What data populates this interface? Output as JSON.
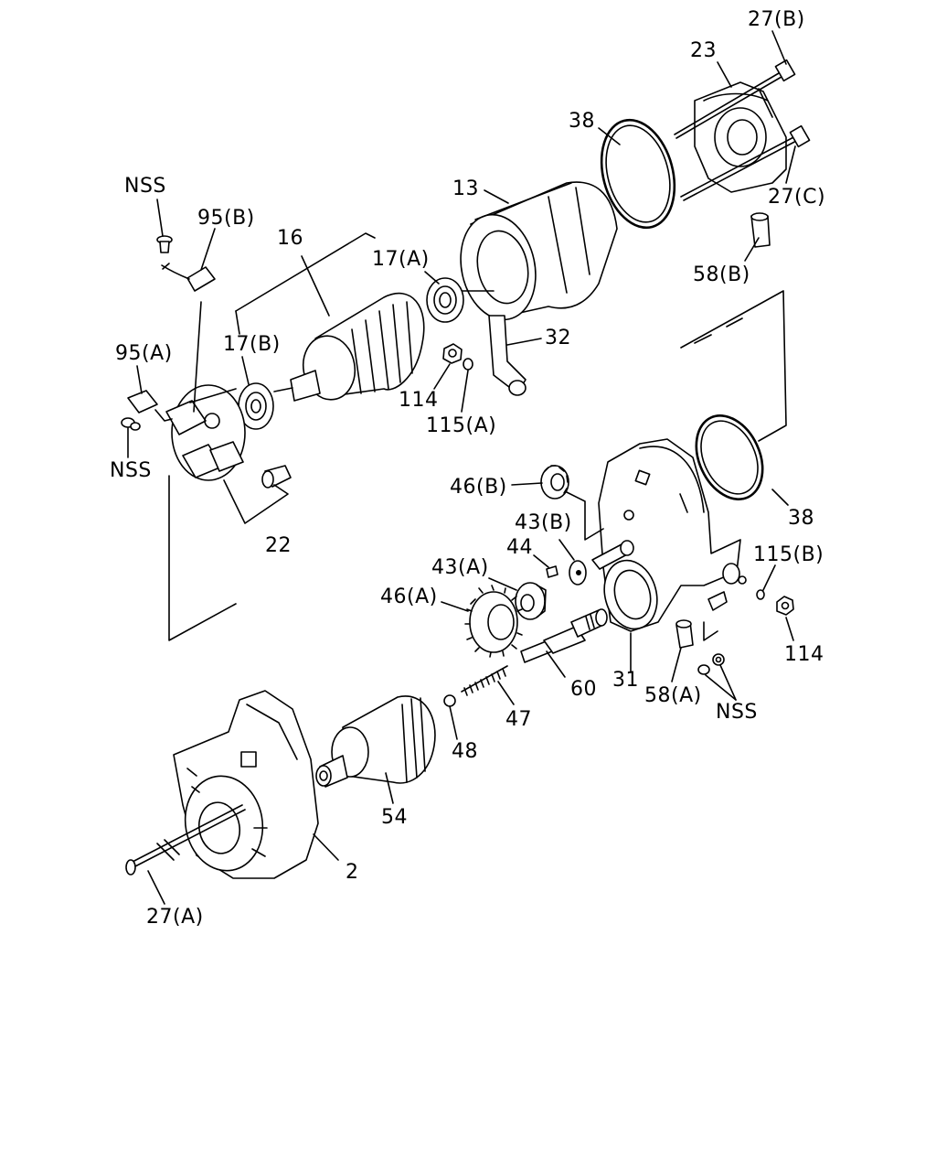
{
  "labels": {
    "l_27b": "27(B)",
    "l_23": "23",
    "l_38_top": "38",
    "l_13": "13",
    "l_27c": "27(C)",
    "l_58b": "58(B)",
    "l_nss_top": "NSS",
    "l_95b": "95(B)",
    "l_16": "16",
    "l_17a": "17(A)",
    "l_17b": "17(B)",
    "l_95a": "95(A)",
    "l_32": "32",
    "l_114_top": "114",
    "l_115a": "115(A)",
    "l_nss_left": "NSS",
    "l_22": "22",
    "l_46b": "46(B)",
    "l_38_mid": "38",
    "l_43b": "43(B)",
    "l_44": "44",
    "l_43a": "43(A)",
    "l_115b": "115(B)",
    "l_46a": "46(A)",
    "l_114_right": "114",
    "l_31": "31",
    "l_60": "60",
    "l_58a": "58(A)",
    "l_nss_bottom": "NSS",
    "l_47": "47",
    "l_48": "48",
    "l_54": "54",
    "l_2": "2",
    "l_27a": "27(A)"
  }
}
